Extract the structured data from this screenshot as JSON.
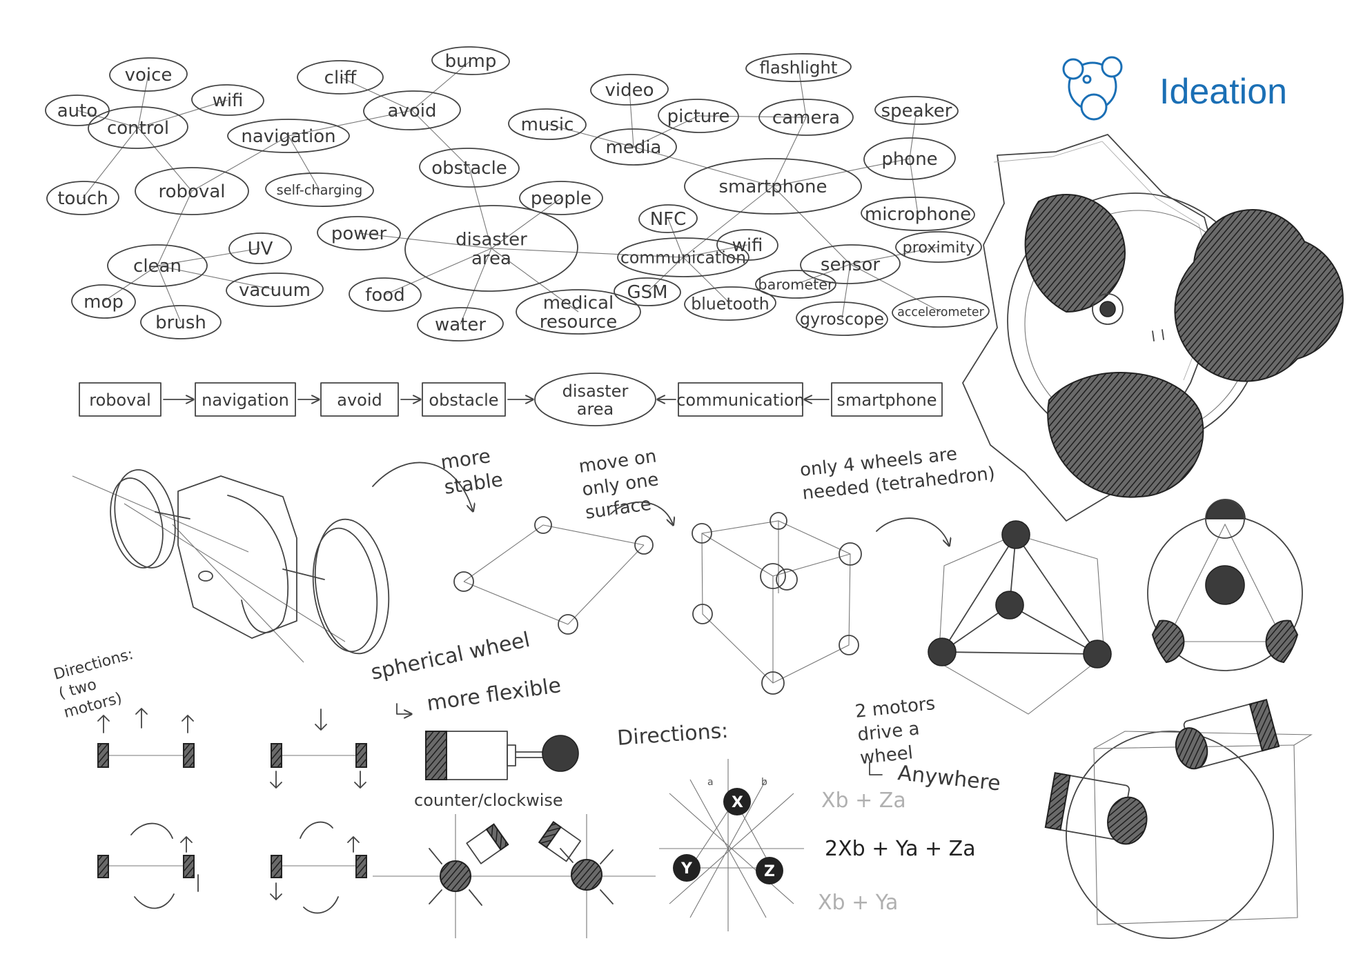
{
  "brand": {
    "title": "Ideation",
    "color": "#1a6fb5",
    "icon": "bear-head-logo-icon"
  },
  "mindmap": {
    "nodes": [
      {
        "id": "voice",
        "label": "voice"
      },
      {
        "id": "auto",
        "label": "auto"
      },
      {
        "id": "wifi1",
        "label": "wifi"
      },
      {
        "id": "control",
        "label": "control"
      },
      {
        "id": "cliff",
        "label": "cliff"
      },
      {
        "id": "bump",
        "label": "bump"
      },
      {
        "id": "avoid",
        "label": "avoid"
      },
      {
        "id": "navigation",
        "label": "navigation"
      },
      {
        "id": "selfcharging",
        "label": "self-charging"
      },
      {
        "id": "touch",
        "label": "touch"
      },
      {
        "id": "roboval",
        "label": "roboval"
      },
      {
        "id": "obstacle",
        "label": "obstacle"
      },
      {
        "id": "uv",
        "label": "UV"
      },
      {
        "id": "clean",
        "label": "clean"
      },
      {
        "id": "mop",
        "label": "mop"
      },
      {
        "id": "vacuum",
        "label": "vacuum"
      },
      {
        "id": "brush",
        "label": "brush"
      },
      {
        "id": "power",
        "label": "power"
      },
      {
        "id": "disaster",
        "label": "disaster area"
      },
      {
        "id": "people",
        "label": "people"
      },
      {
        "id": "food",
        "label": "food"
      },
      {
        "id": "water",
        "label": "water"
      },
      {
        "id": "medical",
        "label": "medical resource"
      },
      {
        "id": "music",
        "label": "music"
      },
      {
        "id": "video",
        "label": "video"
      },
      {
        "id": "media",
        "label": "media"
      },
      {
        "id": "picture",
        "label": "picture"
      },
      {
        "id": "flashlight",
        "label": "flashlight"
      },
      {
        "id": "camera",
        "label": "camera"
      },
      {
        "id": "speaker",
        "label": "speaker"
      },
      {
        "id": "phone",
        "label": "phone"
      },
      {
        "id": "smartphone",
        "label": "smartphone"
      },
      {
        "id": "microphone",
        "label": "microphone"
      },
      {
        "id": "nfc",
        "label": "NFC"
      },
      {
        "id": "communication",
        "label": "communication"
      },
      {
        "id": "wifi2",
        "label": "wifi"
      },
      {
        "id": "sensor",
        "label": "sensor"
      },
      {
        "id": "proximity",
        "label": "proximity"
      },
      {
        "id": "gsm",
        "label": "GSM"
      },
      {
        "id": "bluetooth",
        "label": "bluetooth"
      },
      {
        "id": "barometer",
        "label": "barometer"
      },
      {
        "id": "gyroscope",
        "label": "gyroscope"
      },
      {
        "id": "accelerometer",
        "label": "accelerometer"
      }
    ],
    "edges": [
      [
        "control",
        "voice"
      ],
      [
        "control",
        "auto"
      ],
      [
        "control",
        "wifi1"
      ],
      [
        "control",
        "touch"
      ],
      [
        "control",
        "roboval"
      ],
      [
        "roboval",
        "navigation"
      ],
      [
        "roboval",
        "clean"
      ],
      [
        "navigation",
        "avoid"
      ],
      [
        "navigation",
        "selfcharging"
      ],
      [
        "avoid",
        "cliff"
      ],
      [
        "avoid",
        "bump"
      ],
      [
        "avoid",
        "obstacle"
      ],
      [
        "obstacle",
        "disaster"
      ],
      [
        "clean",
        "uv"
      ],
      [
        "clean",
        "mop"
      ],
      [
        "clean",
        "vacuum"
      ],
      [
        "clean",
        "brush"
      ],
      [
        "disaster",
        "power"
      ],
      [
        "disaster",
        "people"
      ],
      [
        "disaster",
        "food"
      ],
      [
        "disaster",
        "water"
      ],
      [
        "disaster",
        "medical"
      ],
      [
        "disaster",
        "communication"
      ],
      [
        "communication",
        "nfc"
      ],
      [
        "communication",
        "wifi2"
      ],
      [
        "communication",
        "gsm"
      ],
      [
        "communication",
        "bluetooth"
      ],
      [
        "communication",
        "smartphone"
      ],
      [
        "smartphone",
        "media"
      ],
      [
        "smartphone",
        "camera"
      ],
      [
        "smartphone",
        "phone"
      ],
      [
        "smartphone",
        "sensor"
      ],
      [
        "media",
        "music"
      ],
      [
        "media",
        "video"
      ],
      [
        "media",
        "picture"
      ],
      [
        "picture",
        "camera"
      ],
      [
        "camera",
        "flashlight"
      ],
      [
        "phone",
        "speaker"
      ],
      [
        "phone",
        "microphone"
      ],
      [
        "sensor",
        "proximity"
      ],
      [
        "sensor",
        "barometer"
      ],
      [
        "sensor",
        "gyroscope"
      ],
      [
        "sensor",
        "accelerometer"
      ]
    ]
  },
  "flow": {
    "steps": [
      "roboval",
      "navigation",
      "avoid",
      "obstacle",
      "disaster area",
      "communication",
      "smartphone"
    ]
  },
  "notes": {
    "more_stable": "more stable",
    "move_on_surface": "move on only one surface",
    "four_wheels": "only 4 wheels are needed (tetrahedron)",
    "directions_two_motors": "Directions: ( two motors)",
    "spherical_wheel": "spherical wheel",
    "more_flexible": "more flexible",
    "counter_clockwise": "counter/clockwise",
    "directions": "Directions:",
    "two_motors_drive": "2 motors drive a wheel",
    "anywhere": "Anywhere"
  },
  "vectors": {
    "top": "Xb + Za",
    "mid": "2Xb + Ya + Za",
    "bottom": "Xb + Ya",
    "axis_labels": {
      "x": "X",
      "y": "Y",
      "z": "Z",
      "a": "a",
      "b": "b"
    }
  }
}
